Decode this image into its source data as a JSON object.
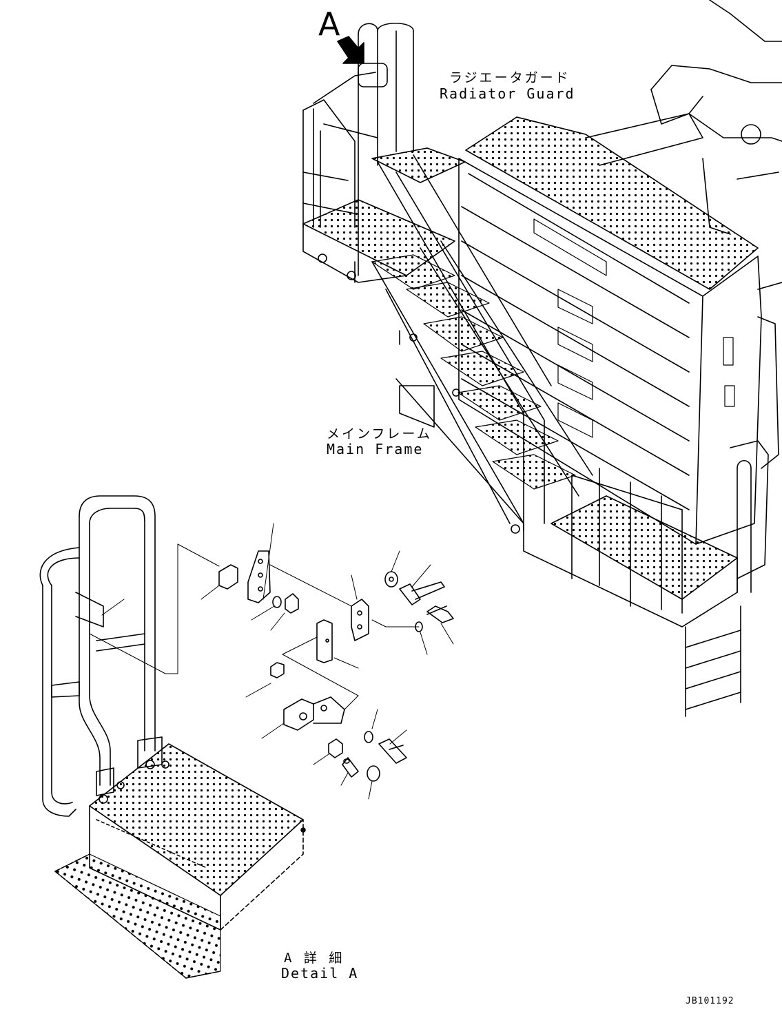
{
  "callout": {
    "letter": "A"
  },
  "labels": {
    "radiator_guard_jp": "ラジエータガード",
    "radiator_guard_en": "Radiator Guard",
    "main_frame_jp": "メインフレーム",
    "main_frame_en": "Main Frame",
    "detail_jp": "A 詳 細",
    "detail_en": "Detail A"
  },
  "drawing_code": "JB101192",
  "colors": {
    "line": "#000000",
    "background": "#ffffff"
  }
}
